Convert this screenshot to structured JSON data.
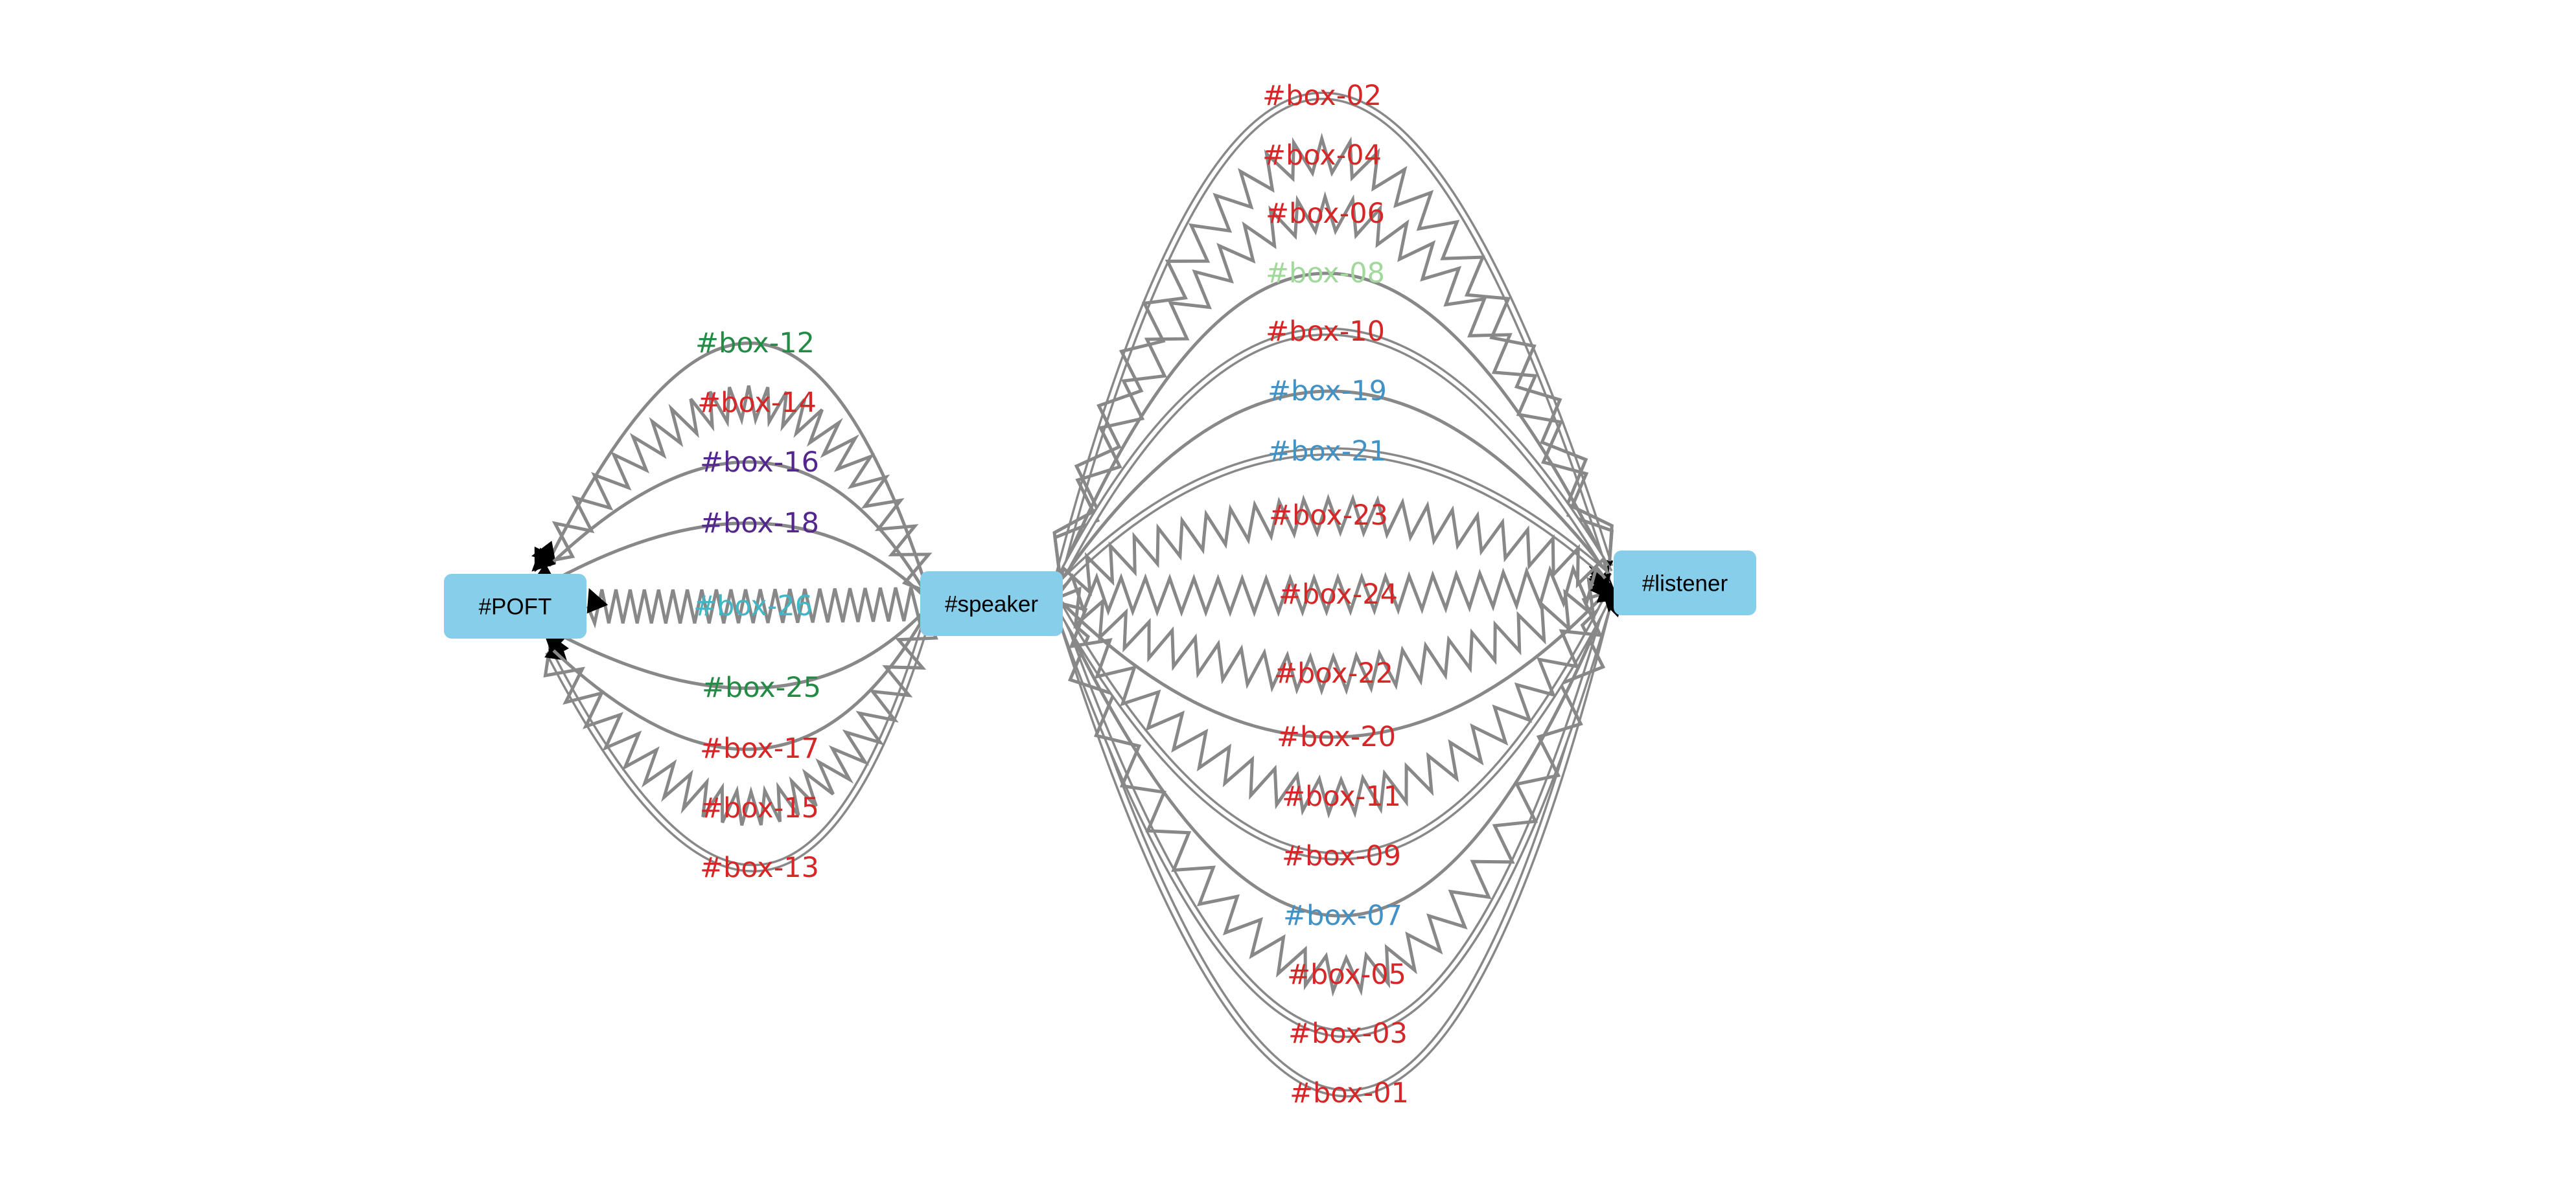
{
  "colors": {
    "node_fill": "#87ceeb",
    "edge_stroke": "#888888",
    "arrowhead": "#000000"
  },
  "nodes": {
    "poft": "#POFT",
    "speaker": "#speaker",
    "listener": "#listener"
  },
  "edges": [
    {
      "id": "box-01",
      "label": "#box-01",
      "color": "#d62728",
      "from": "speaker",
      "to": "listener",
      "style": "double"
    },
    {
      "id": "box-02",
      "label": "#box-02",
      "color": "#d62728",
      "from": "speaker",
      "to": "listener",
      "style": "double"
    },
    {
      "id": "box-03",
      "label": "#box-03",
      "color": "#d62728",
      "from": "speaker",
      "to": "listener",
      "style": "double"
    },
    {
      "id": "box-04",
      "label": "#box-04",
      "color": "#d62728",
      "from": "speaker",
      "to": "listener",
      "style": "zigzag"
    },
    {
      "id": "box-05",
      "label": "#box-05",
      "color": "#d62728",
      "from": "speaker",
      "to": "listener",
      "style": "zigzag"
    },
    {
      "id": "box-06",
      "label": "#box-06",
      "color": "#d62728",
      "from": "speaker",
      "to": "listener",
      "style": "zigzag"
    },
    {
      "id": "box-07",
      "label": "#box-07",
      "color": "#4292c6",
      "from": "speaker",
      "to": "listener",
      "style": "plain"
    },
    {
      "id": "box-08",
      "label": "#box-08",
      "color": "#a1d99b",
      "from": "speaker",
      "to": "listener",
      "style": "plain"
    },
    {
      "id": "box-09",
      "label": "#box-09",
      "color": "#d62728",
      "from": "speaker",
      "to": "listener",
      "style": "double"
    },
    {
      "id": "box-10",
      "label": "#box-10",
      "color": "#d62728",
      "from": "speaker",
      "to": "listener",
      "style": "double"
    },
    {
      "id": "box-11",
      "label": "#box-11",
      "color": "#d62728",
      "from": "speaker",
      "to": "listener",
      "style": "zigzag"
    },
    {
      "id": "box-12",
      "label": "#box-12",
      "color": "#238b45",
      "from": "speaker",
      "to": "poft",
      "style": "plain"
    },
    {
      "id": "box-13",
      "label": "#box-13",
      "color": "#d62728",
      "from": "speaker",
      "to": "poft",
      "style": "double"
    },
    {
      "id": "box-14",
      "label": "#box-14",
      "color": "#d62728",
      "from": "speaker",
      "to": "poft",
      "style": "zigzag"
    },
    {
      "id": "box-15",
      "label": "#box-15",
      "color": "#d62728",
      "from": "speaker",
      "to": "poft",
      "style": "zigzag"
    },
    {
      "id": "box-16",
      "label": "#box-16",
      "color": "#54278f",
      "from": "speaker",
      "to": "poft",
      "style": "plain"
    },
    {
      "id": "box-17",
      "label": "#box-17",
      "color": "#d62728",
      "from": "speaker",
      "to": "poft",
      "style": "plain"
    },
    {
      "id": "box-18",
      "label": "#box-18",
      "color": "#54278f",
      "from": "speaker",
      "to": "poft",
      "style": "plain"
    },
    {
      "id": "box-19",
      "label": "#box-19",
      "color": "#4292c6",
      "from": "speaker",
      "to": "listener",
      "style": "plain"
    },
    {
      "id": "box-20",
      "label": "#box-20",
      "color": "#d62728",
      "from": "speaker",
      "to": "listener",
      "style": "plain"
    },
    {
      "id": "box-21",
      "label": "#box-21",
      "color": "#4292c6",
      "from": "speaker",
      "to": "listener",
      "style": "double"
    },
    {
      "id": "box-22",
      "label": "#box-22",
      "color": "#d62728",
      "from": "speaker",
      "to": "listener",
      "style": "zigzag"
    },
    {
      "id": "box-23",
      "label": "#box-23",
      "color": "#d62728",
      "from": "speaker",
      "to": "listener",
      "style": "zigzag"
    },
    {
      "id": "box-24",
      "label": "#box-24",
      "color": "#d62728",
      "from": "speaker",
      "to": "listener",
      "style": "zigzag"
    },
    {
      "id": "box-25",
      "label": "#box-25",
      "color": "#238b45",
      "from": "speaker",
      "to": "poft",
      "style": "plain"
    },
    {
      "id": "box-26",
      "label": "#box-26",
      "color": "#41b6c4",
      "from": "speaker",
      "to": "poft",
      "style": "zigzag"
    }
  ]
}
